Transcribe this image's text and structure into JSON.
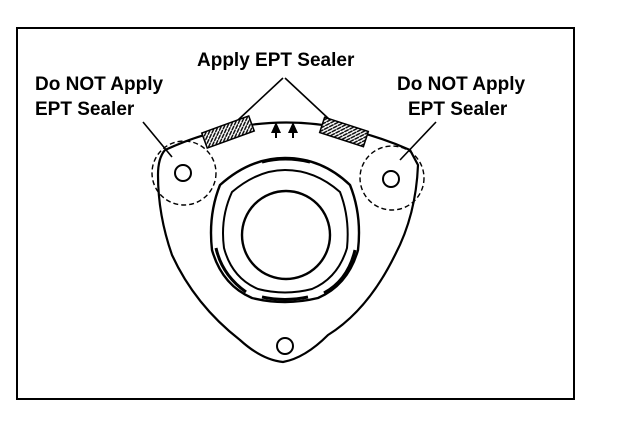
{
  "labels": {
    "left_line1": "Do NOT Apply",
    "left_line2": "EPT Sealer",
    "right_line1": "Do NOT Apply",
    "right_line2": "EPT Sealer",
    "top": "Apply EPT Sealer"
  },
  "colors": {
    "ink": "#000000",
    "background": "#ffffff"
  },
  "icons": {
    "arrows": "double-up-arrow-icon"
  }
}
